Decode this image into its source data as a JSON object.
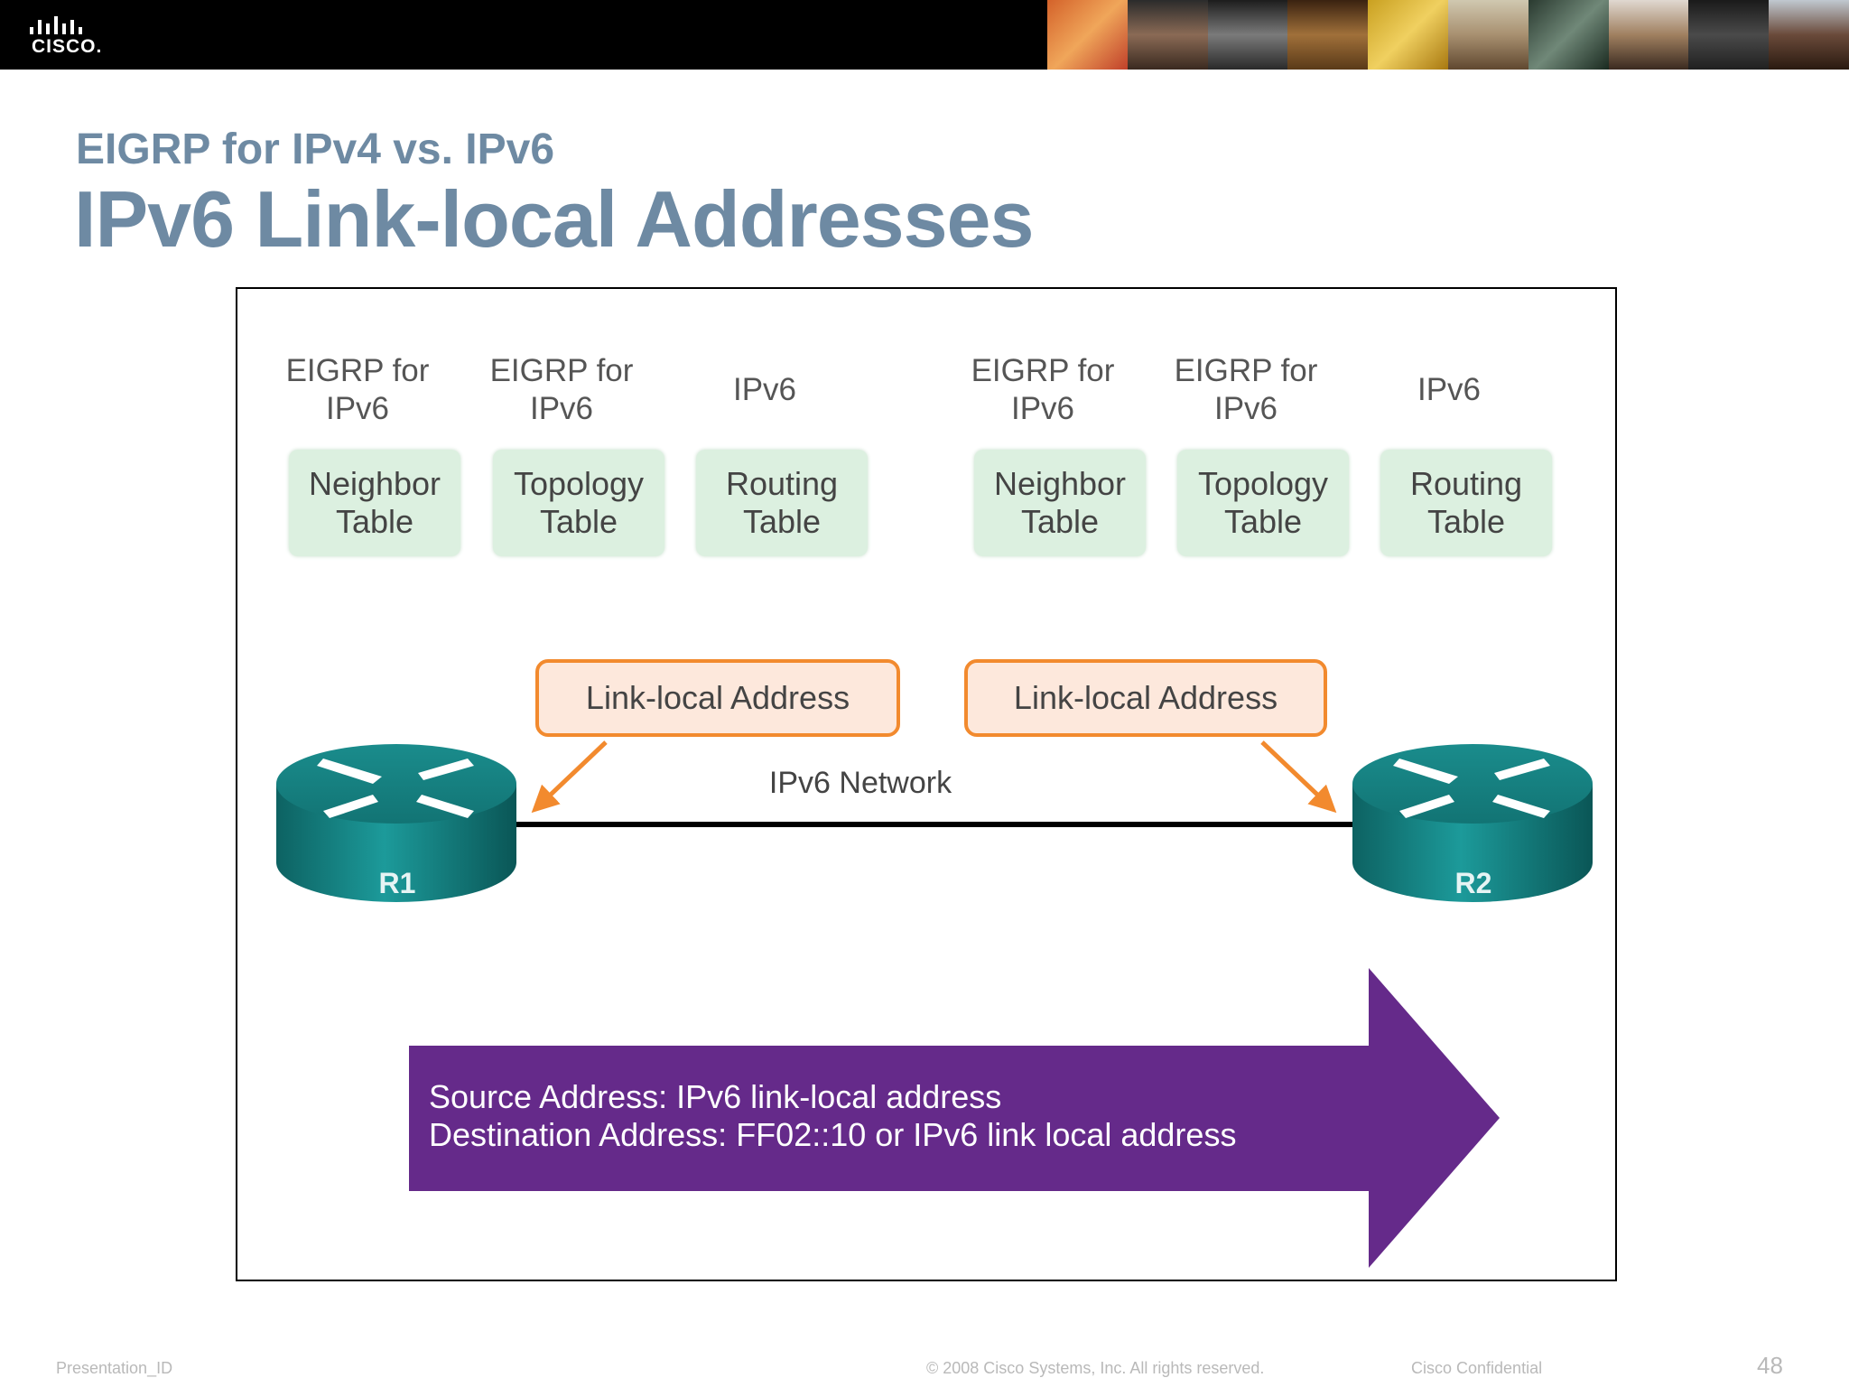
{
  "brand": {
    "logo_text": "CISCO."
  },
  "slide": {
    "subtitle": "EIGRP for IPv4 vs. IPv6",
    "title": "IPv6 Link-local Addresses"
  },
  "diagram": {
    "r1_tables": [
      {
        "head": "EIGRP for IPv6",
        "label": "Neighbor Table"
      },
      {
        "head": "EIGRP for IPv6",
        "label": "Topology Table"
      },
      {
        "head": "IPv6",
        "label": "Routing Table"
      }
    ],
    "r2_tables": [
      {
        "head": "EIGRP for IPv6",
        "label": "Neighbor Table"
      },
      {
        "head": "EIGRP for IPv6",
        "label": "Topology Table"
      },
      {
        "head": "IPv6",
        "label": "Routing Table"
      }
    ],
    "link_local_left": "Link-local Address",
    "link_local_right": "Link-local Address",
    "network_label": "IPv6 Network",
    "router_left": "R1",
    "router_right": "R2",
    "packet": {
      "source": "Source Address: IPv6 link-local address",
      "destination": "Destination Address:  FF02::10 or IPv6 link local address"
    },
    "colors": {
      "table_fill": "#dcf0e0",
      "callout_border": "#f28a2e",
      "callout_fill": "#fde8dc",
      "arrow_fill": "#652a8a",
      "router": "#1a8a8a"
    }
  },
  "footer": {
    "presentation_id": "Presentation_ID",
    "copyright": "© 2008 Cisco Systems, Inc. All rights reserved.",
    "confidential": "Cisco Confidential",
    "page_number": "48"
  }
}
